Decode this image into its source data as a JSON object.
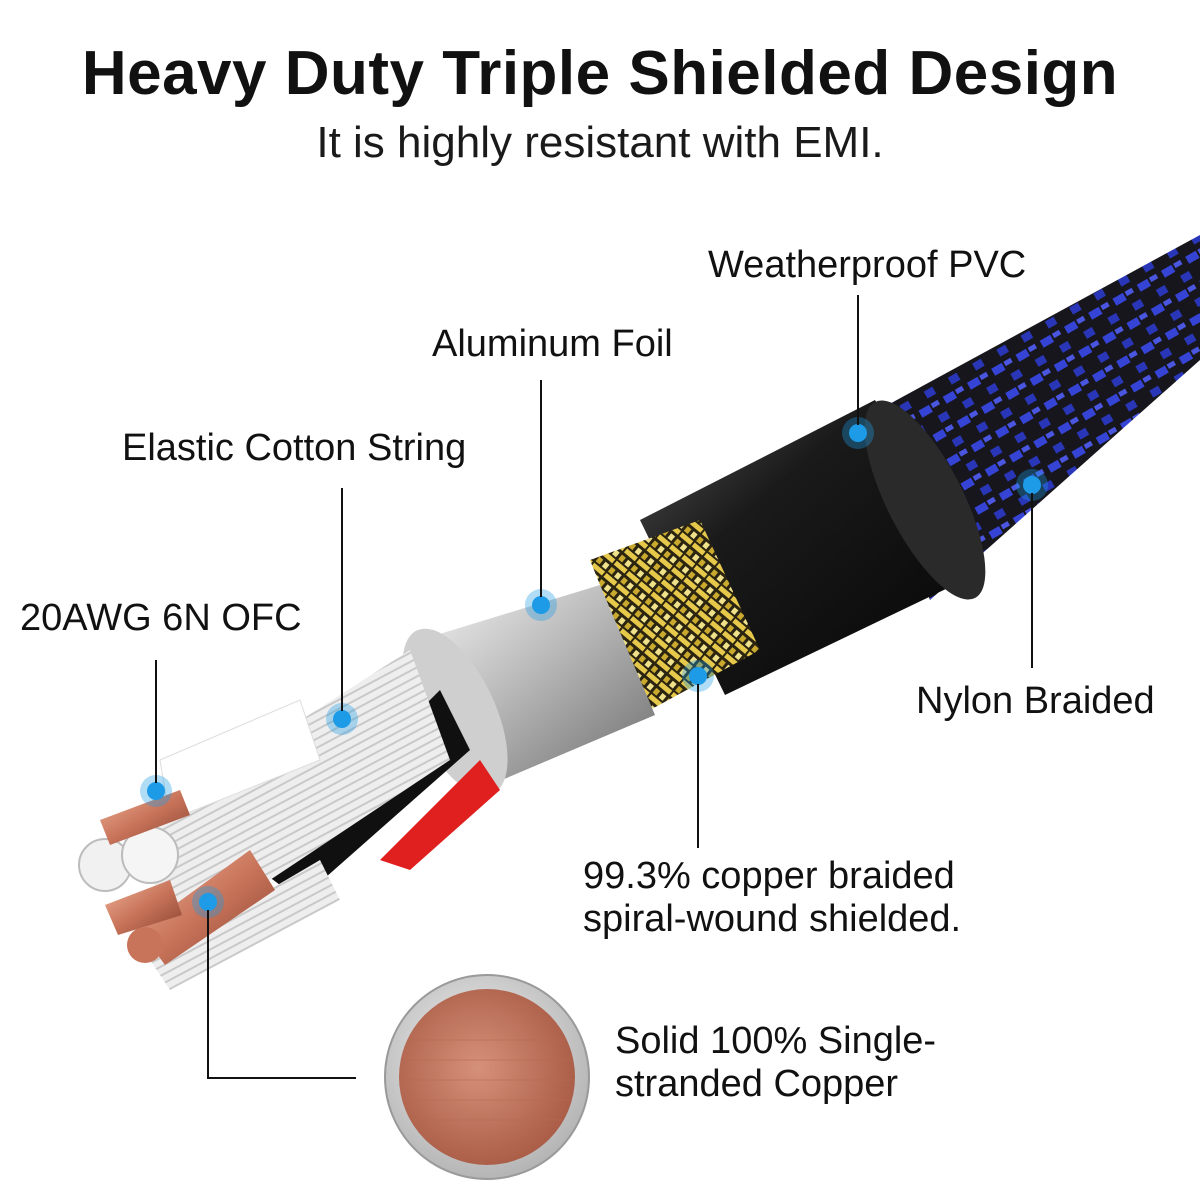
{
  "header": {
    "title": "Heavy Duty Triple Shielded Design",
    "subtitle": "It is highly resistant with EMI."
  },
  "callouts": {
    "weatherproof_pvc": "Weatherproof PVC",
    "aluminum_foil": "Aluminum Foil",
    "elastic_cotton_string": "Elastic Cotton String",
    "ofc": "20AWG 6N OFC",
    "nylon_braided": "Nylon Braided",
    "copper_braided_line1": "99.3% copper braided",
    "copper_braided_line2": "spiral-wound shielded.",
    "solid_copper_line1": "Solid 100% Single-",
    "solid_copper_line2": "stranded Copper"
  },
  "colors": {
    "marker_blue": "#1e9be6",
    "nylon_blue": "#2f3fc8",
    "copper": "#c8745a",
    "gold_braid": "#d8b838"
  }
}
